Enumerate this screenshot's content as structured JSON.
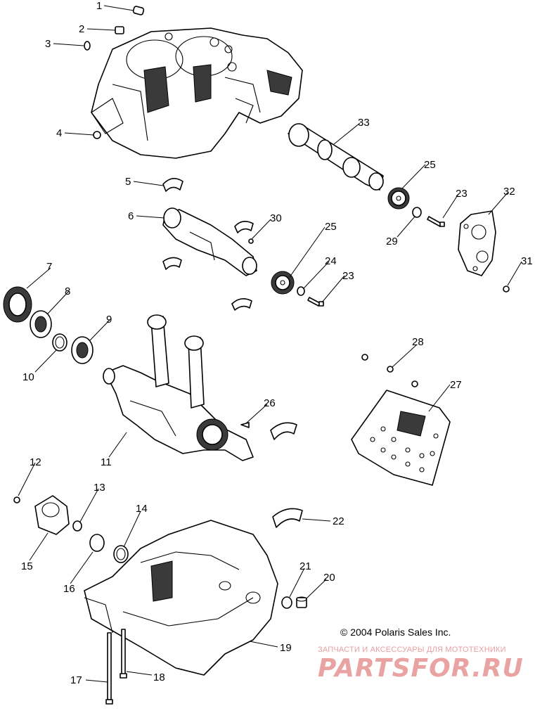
{
  "diagram": {
    "callouts": [
      "1",
      "2",
      "3",
      "4",
      "5",
      "6",
      "7",
      "8",
      "9",
      "10",
      "11",
      "12",
      "13",
      "14",
      "15",
      "16",
      "17",
      "18",
      "19",
      "20",
      "21",
      "22",
      "23",
      "23",
      "24",
      "25",
      "25",
      "26",
      "27",
      "28",
      "29",
      "30",
      "31",
      "32",
      "33"
    ],
    "copyright": "© 2004 Polaris Sales Inc.",
    "watermark_caption": "ЗАПЧАСТИ И АКСЕССУАРЫ ДЛЯ МОТОТЕХНИКИ",
    "watermark_logo": "PARTSFOR.RU"
  }
}
